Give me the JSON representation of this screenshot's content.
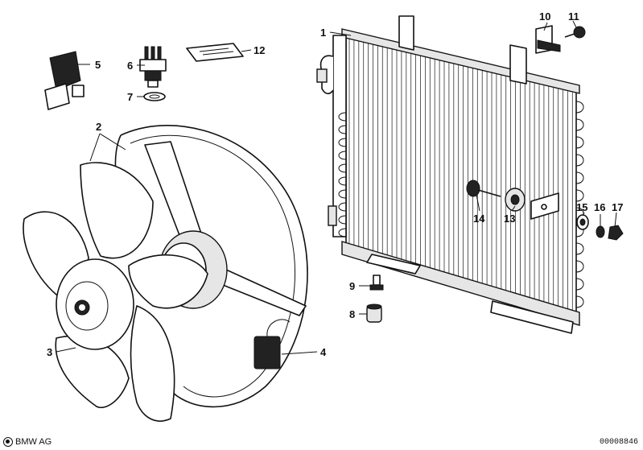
{
  "diagram": {
    "callouts": [
      {
        "id": "1",
        "label": "1"
      },
      {
        "id": "2",
        "label": "2"
      },
      {
        "id": "3",
        "label": "3"
      },
      {
        "id": "4",
        "label": "4"
      },
      {
        "id": "5",
        "label": "5"
      },
      {
        "id": "6",
        "label": "6"
      },
      {
        "id": "7",
        "label": "7"
      },
      {
        "id": "8",
        "label": "8"
      },
      {
        "id": "9",
        "label": "9"
      },
      {
        "id": "10",
        "label": "10"
      },
      {
        "id": "11",
        "label": "11"
      },
      {
        "id": "12",
        "label": "12"
      },
      {
        "id": "13",
        "label": "13"
      },
      {
        "id": "14",
        "label": "14"
      },
      {
        "id": "15",
        "label": "15"
      },
      {
        "id": "16",
        "label": "16"
      },
      {
        "id": "17",
        "label": "17"
      }
    ]
  },
  "footer": {
    "brand": "BMW AG",
    "doc_number": "00008846"
  }
}
